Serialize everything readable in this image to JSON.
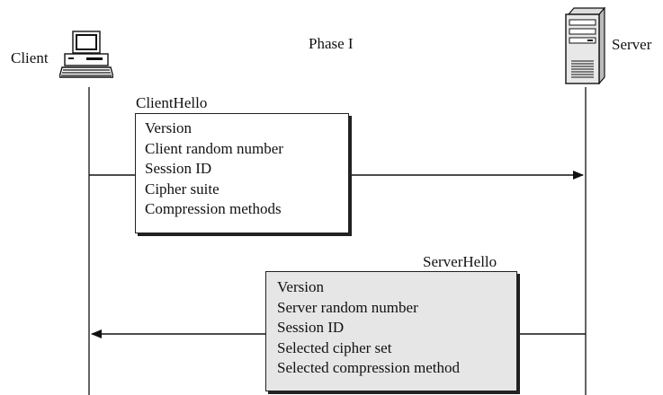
{
  "header": {
    "phase_label": "Phase I"
  },
  "client": {
    "label": "Client",
    "icon": "desktop-computer-icon"
  },
  "server": {
    "label": "Server",
    "icon": "server-tower-icon"
  },
  "client_hello": {
    "title": "ClientHello",
    "fields": [
      "Version",
      "Client random number",
      "Session ID",
      "Cipher suite",
      "Compression methods"
    ]
  },
  "server_hello": {
    "title": "ServerHello",
    "fields": [
      "Version",
      "Server random number",
      "Session ID",
      "Selected cipher set",
      "Selected compression method"
    ]
  },
  "colors": {
    "line": "#111111",
    "server_box_fill": "#e6e6e6",
    "client_box_fill": "#ffffff"
  }
}
